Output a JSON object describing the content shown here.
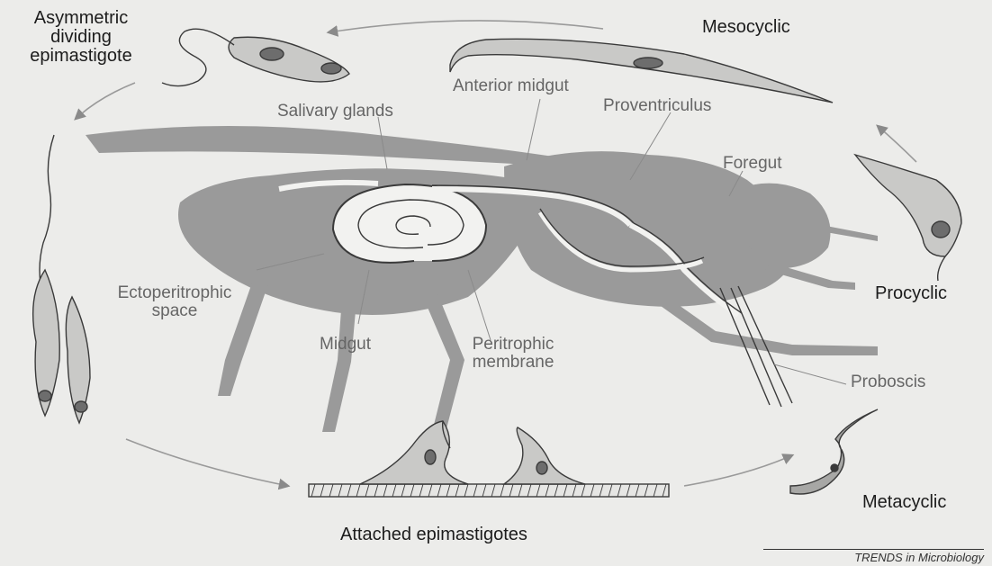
{
  "stages": {
    "asymmetric": "Asymmetric\ndividing\nepimastigote",
    "mesocyclic": "Mesocyclic",
    "procyclic": "Procyclic",
    "metacyclic": "Metacyclic",
    "attached": "Attached epimastigotes"
  },
  "anatomy": {
    "anterior_midgut": "Anterior midgut",
    "salivary_glands": "Salivary glands",
    "proventriculus": "Proventriculus",
    "foregut": "Foregut",
    "ectoperitrophic": "Ectoperitrophic\nspace",
    "midgut": "Midgut",
    "peritrophic": "Peritrophic\nmembrane",
    "proboscis": "Proboscis"
  },
  "credit": "TRENDS in Microbiology",
  "colors": {
    "fly_body": "#9a9a9a",
    "gut_tube": "#f2f2f0",
    "outline": "#3a3a3a",
    "leader": "#8a8a8a"
  }
}
